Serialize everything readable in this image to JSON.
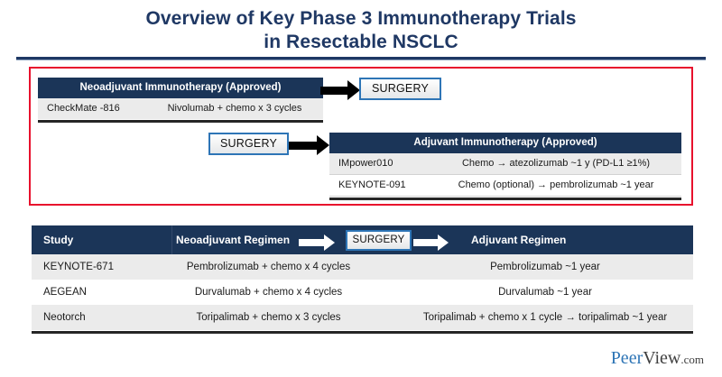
{
  "title": {
    "line1": "Overview of Key Phase 3 Immunotherapy Trials",
    "line2": "in Resectable NSCLC"
  },
  "colors": {
    "navy": "#1b3558",
    "title_navy": "#1F3864",
    "red_outline": "#E8112D",
    "surgery_border": "#2E75B6",
    "row_shade": "#ebebeb",
    "logo_blue": "#2E75B6"
  },
  "approved_region": {
    "neoadjuvant": {
      "header": "Neoadjuvant Immunotherapy (Approved)",
      "rows": [
        {
          "study": "CheckMate -816",
          "regimen": "Nivolumab + chemo x 3 cycles"
        }
      ]
    },
    "adjuvant": {
      "header": "Adjuvant Immunotherapy (Approved)",
      "rows": [
        {
          "study": "IMpower010",
          "regimen": "Chemo → atezolizumab ~1 y (PD-L1 ≥1%)"
        },
        {
          "study": "KEYNOTE-091",
          "regimen": "Chemo (optional) → pembrolizumab ~1 year"
        }
      ]
    },
    "surgery_top_label": "SURGERY",
    "surgery_mid_label": "SURGERY"
  },
  "main_table": {
    "headers": {
      "study": "Study",
      "neoadjuvant": "Neoadjuvant Regimen",
      "surgery": "SURGERY",
      "adjuvant": "Adjuvant Regimen"
    },
    "rows": [
      {
        "study": "KEYNOTE-671",
        "neoadjuvant": "Pembrolizumab + chemo x 4 cycles",
        "adjuvant": "Pembrolizumab ~1 year"
      },
      {
        "study": "AEGEAN",
        "neoadjuvant": "Durvalumab + chemo x 4 cycles",
        "adjuvant": "Durvalumab ~1 year"
      },
      {
        "study": "Neotorch",
        "neoadjuvant": "Toripalimab + chemo x 3 cycles",
        "adjuvant": "Toripalimab + chemo x 1 cycle → toripalimab ~1 year"
      }
    ]
  },
  "footer": {
    "logo_peer": "Peer",
    "logo_view": "View",
    "logo_com": ".com"
  }
}
